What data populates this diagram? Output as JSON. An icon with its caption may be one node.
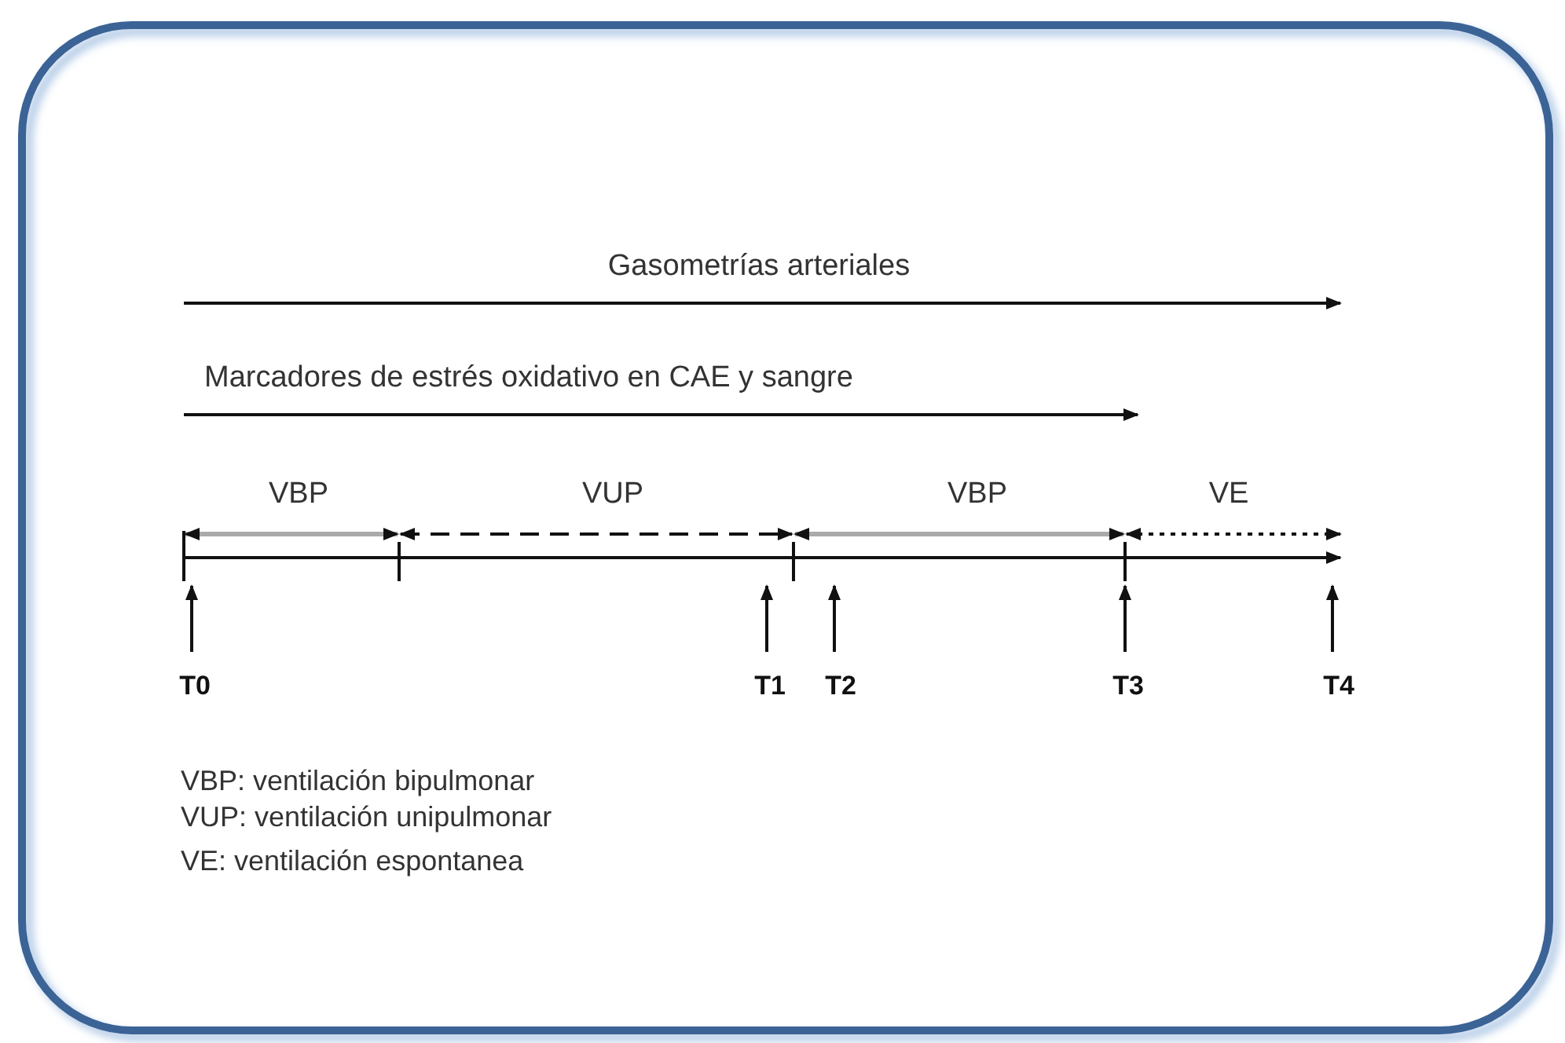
{
  "diagram": {
    "labels": [
      "Gasometrías arteriales",
      "Marcadores de estrés oxidativo en CAE y sangre",
      "VBP",
      "VUP",
      "VBP",
      "VE",
      "T0",
      "T1",
      "T2",
      "T3",
      "T4",
      "VBP: ventilación bipulmonar",
      "VUP: ventilación unipulmonar",
      "VE: ventilación espontanea"
    ]
  }
}
